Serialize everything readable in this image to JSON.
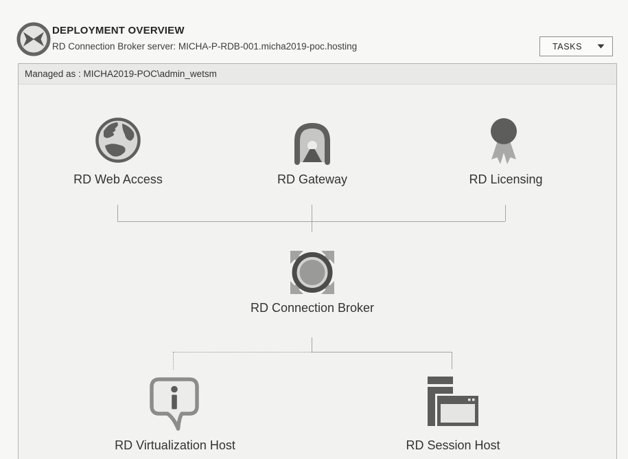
{
  "header": {
    "title": "DEPLOYMENT OVERVIEW",
    "subtitle": "RD Connection Broker server: MICHA-P-RDB-001.micha2019-poc.hosting",
    "tasks_button": "TASKS",
    "logo_icon": "remote-desktop-services-icon"
  },
  "managed_bar": {
    "text": "Managed as : MICHA2019-POC\\admin_wetsm"
  },
  "nodes": {
    "web_access": {
      "label": "RD Web Access",
      "icon": "globe-icon"
    },
    "gateway": {
      "label": "RD Gateway",
      "icon": "tunnel-gateway-icon"
    },
    "licensing": {
      "label": "RD Licensing",
      "icon": "award-ribbon-icon"
    },
    "connection_broker": {
      "label": "RD Connection Broker",
      "icon": "hub-arrows-icon"
    },
    "virtualization_host": {
      "label": "RD Virtualization Host",
      "icon": "info-bubble-icon",
      "link_style": "dotted"
    },
    "session_host": {
      "label": "RD Session Host",
      "icon": "server-window-icon",
      "link_style": "solid"
    }
  },
  "colors": {
    "page_background": "#f7f7f5",
    "tile_background": "#f2f2f0",
    "managed_bar_background": "#e9e9e7",
    "tile_border": "#b3b3b1",
    "icon_dark_gray": "#5c5c5a",
    "icon_light_gray": "#a5a5a3",
    "connector_line": "#a5a5a3",
    "text_dark": "#333331"
  }
}
